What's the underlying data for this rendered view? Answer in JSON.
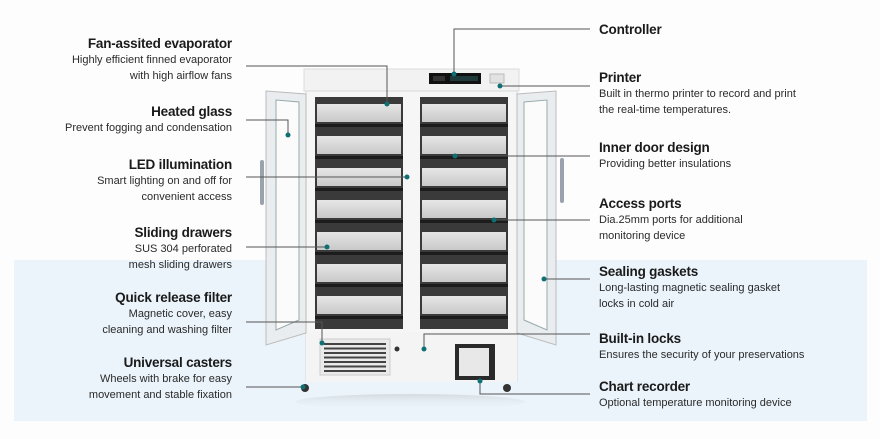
{
  "diagram": {
    "subject": "Double-door medical refrigerator with open glass doors",
    "accent_dot_color": "#0f6f73",
    "band_color": "#ebf4fb",
    "left_callouts": [
      {
        "title": "Fan-assited evaporator",
        "lines": [
          "Highly efficient finned evaporator",
          "with high airflow fans"
        ]
      },
      {
        "title": "Heated glass",
        "lines": [
          "Prevent fogging and condensation"
        ]
      },
      {
        "title": "LED illumination",
        "lines": [
          "Smart lighting on and off for",
          "convenient access"
        ]
      },
      {
        "title": "Sliding drawers",
        "lines": [
          "SUS 304 perforated",
          "mesh sliding drawers"
        ]
      },
      {
        "title": "Quick release filter",
        "lines": [
          "Magnetic cover, easy",
          "cleaning and washing filter"
        ]
      },
      {
        "title": "Universal casters",
        "lines": [
          "Wheels with brake for easy",
          "movement and stable fixation"
        ]
      }
    ],
    "right_callouts": [
      {
        "title": "Controller",
        "lines": []
      },
      {
        "title": "Printer",
        "lines": [
          "Built in thermo printer to record and print",
          "the real-time temperatures."
        ]
      },
      {
        "title": "Inner door design",
        "lines": [
          "Providing better insulations"
        ]
      },
      {
        "title": "Access ports",
        "lines": [
          "Dia.25mm ports for additional",
          "monitoring device"
        ]
      },
      {
        "title": "Sealing gaskets",
        "lines": [
          "Long-lasting magnetic sealing gasket",
          "locks in cold air"
        ]
      },
      {
        "title": "Built-in locks",
        "lines": [
          "Ensures the security of your preservations"
        ]
      },
      {
        "title": "Chart recorder",
        "lines": [
          "Optional temperature monitoring device"
        ]
      }
    ]
  }
}
